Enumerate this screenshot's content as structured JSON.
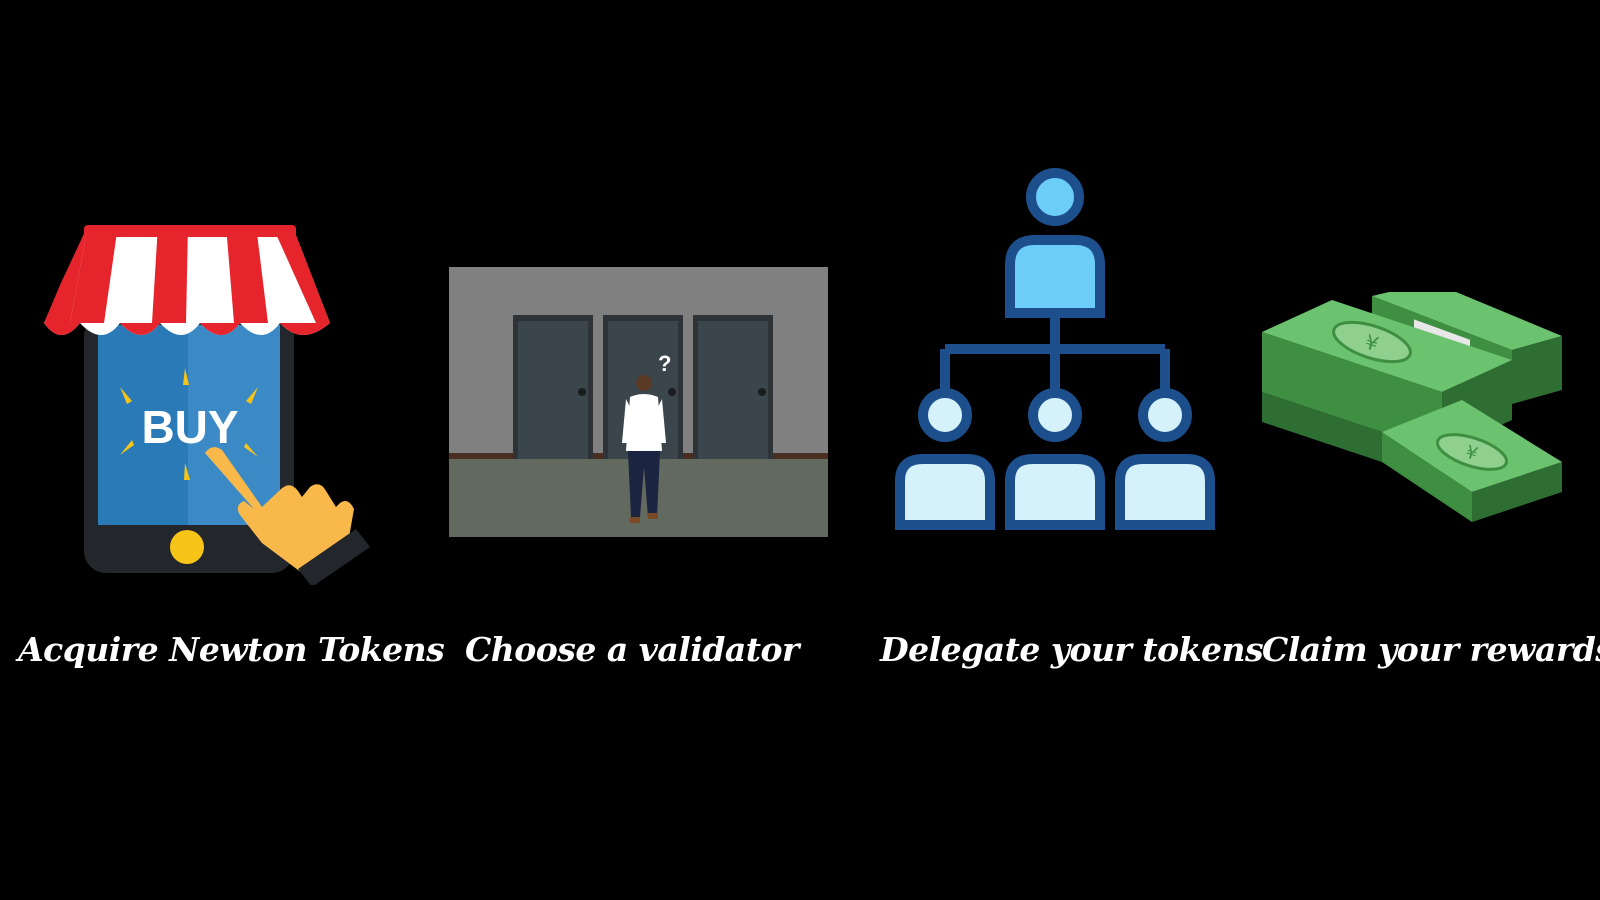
{
  "steps": [
    {
      "caption": "Acquire Newton Tokens",
      "illustration": "shop-buy-phone-icon",
      "badge": "BUY"
    },
    {
      "caption": "Choose a validator",
      "illustration": "three-doors-person-icon",
      "badge": "?"
    },
    {
      "caption": "Delegate your tokens",
      "illustration": "org-chart-icon"
    },
    {
      "caption": "Claim your rewards",
      "illustration": "money-stacks-icon",
      "currency_symbol": "¥"
    }
  ],
  "colors": {
    "background": "#000000",
    "caption": "#ffffff",
    "awning_red": "#e5242b",
    "phone_screen": "#2a7ab8",
    "hand": "#f9b94a",
    "org_chart_blue": "#1d4f8c",
    "org_chart_light": "#6ccdf7",
    "money_green": "#4caf50"
  }
}
